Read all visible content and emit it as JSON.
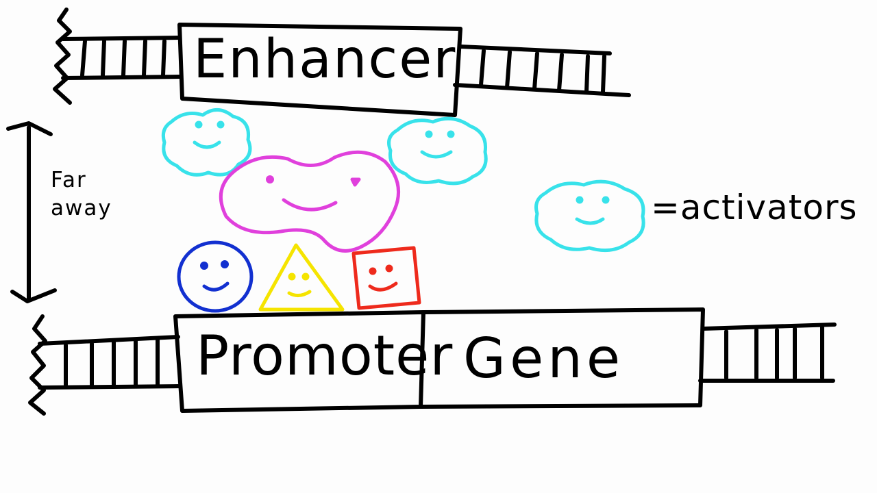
{
  "labels": {
    "enhancer": "Enhancer",
    "promoter": "Promoter",
    "gene": "Gene",
    "distance_line1": "Far",
    "distance_line2": "away",
    "legend": "=activators"
  },
  "colors": {
    "ink": "#000000",
    "activator": "#38e2ea",
    "mediator": "#e040dc",
    "factor_circle": "#1230d0",
    "factor_triangle": "#f5e400",
    "factor_square": "#ee2a1c",
    "background": "#fdfdfd"
  }
}
